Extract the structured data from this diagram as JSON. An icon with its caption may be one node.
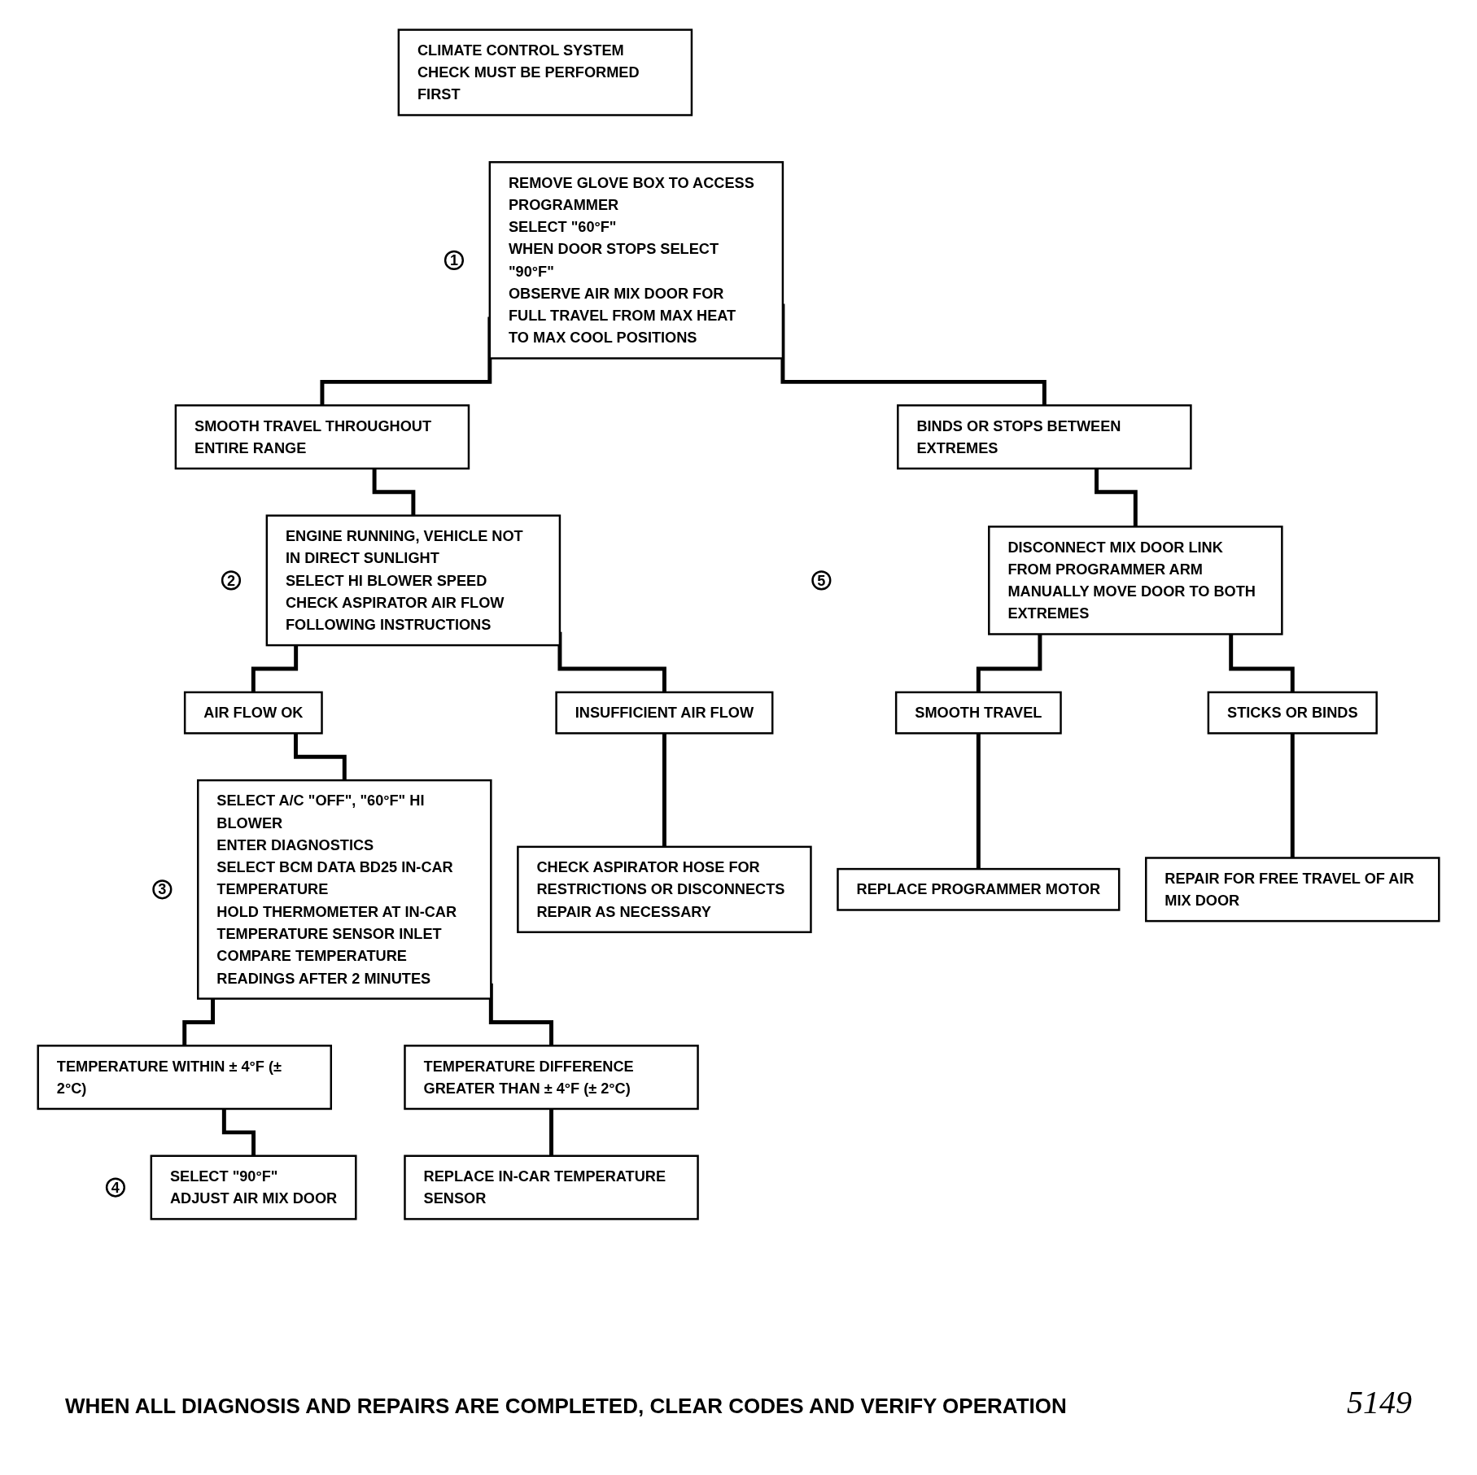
{
  "diagram": {
    "nodes": [
      {
        "text": [
          "CLIMATE CONTROL SYSTEM CHECK MUST BE PERFORMED FIRST"
        ]
      },
      {
        "text": [
          "1"
        ]
      },
      {
        "text": [
          "REMOVE GLOVE BOX TO ACCESS PROGRAMMER",
          "SELECT \"60°F\"",
          "WHEN DOOR STOPS SELECT \"90°F\"",
          "OBSERVE AIR MIX DOOR FOR FULL TRAVEL FROM MAX HEAT TO MAX COOL POSITIONS"
        ]
      },
      {
        "text": [
          "SMOOTH TRAVEL THROUGHOUT ENTIRE RANGE"
        ]
      },
      {
        "text": [
          "BINDS OR STOPS BETWEEN EXTREMES"
        ]
      },
      {
        "text": [
          "2"
        ]
      },
      {
        "text": [
          "ENGINE RUNNING, VEHICLE NOT IN DIRECT SUNLIGHT",
          "SELECT HI BLOWER SPEED",
          "CHECK ASPIRATOR AIR FLOW FOLLOWING INSTRUCTIONS"
        ]
      },
      {
        "text": [
          "5"
        ]
      },
      {
        "text": [
          "DISCONNECT MIX DOOR LINK FROM PROGRAMMER ARM",
          "MANUALLY MOVE DOOR TO BOTH EXTREMES"
        ]
      },
      {
        "text": [
          "SMOOTH TRAVEL"
        ]
      },
      {
        "text": [
          "STICKS OR BINDS"
        ]
      },
      {
        "text": [
          "REPLACE PROGRAMMER MOTOR"
        ]
      },
      {
        "text": [
          "REPAIR FOR FREE TRAVEL OF AIR MIX DOOR"
        ]
      },
      {
        "text": [
          "AIR FLOW OK"
        ]
      },
      {
        "text": [
          "INSUFFICIENT AIR FLOW"
        ]
      },
      {
        "text": [
          "3"
        ]
      },
      {
        "text": [
          "SELECT A/C \"OFF\", \"60°F\" HI BLOWER",
          "ENTER DIAGNOSTICS",
          "SELECT BCM DATA BD25 IN-CAR TEMPERATURE",
          "HOLD THERMOMETER AT IN-CAR TEMPERATURE SENSOR INLET",
          "COMPARE TEMPERATURE READINGS AFTER 2 MINUTES"
        ]
      },
      {
        "text": [
          "CHECK ASPIRATOR HOSE FOR RESTRICTIONS OR DISCONNECTS",
          "REPAIR AS NECESSARY"
        ]
      },
      {
        "text": [
          "TEMPERATURE WITHIN ± 4°F (± 2°C)"
        ]
      },
      {
        "text": [
          "TEMPERATURE DIFFERENCE GREATER THAN ± 4°F (± 2°C)"
        ]
      },
      {
        "text": [
          "4"
        ]
      },
      {
        "text": [
          "SELECT \"90°F\"",
          "ADJUST AIR MIX DOOR"
        ]
      },
      {
        "text": [
          "REPLACE IN-CAR TEMPERATURE SENSOR"
        ]
      }
    ],
    "edges": [
      {
        "from": 2,
        "to": 3,
        "arrow": "none"
      },
      {
        "from": 2,
        "to": 4,
        "arrow": "none"
      },
      {
        "from": 3,
        "to": 6,
        "arrow": "none"
      },
      {
        "from": 4,
        "to": 8,
        "arrow": "none"
      },
      {
        "from": 8,
        "to": 9,
        "arrow": "none"
      },
      {
        "from": 8,
        "to": 10,
        "arrow": "none"
      },
      {
        "from": 9,
        "to": 11,
        "arrow": "none"
      },
      {
        "from": 10,
        "to": 12,
        "arrow": "none"
      },
      {
        "from": 6,
        "to": 13,
        "arrow": "none"
      },
      {
        "from": 6,
        "to": 14,
        "arrow": "none"
      },
      {
        "from": 13,
        "to": 16,
        "arrow": "none"
      },
      {
        "from": 14,
        "to": 17,
        "arrow": "none"
      },
      {
        "from": 16,
        "to": 18,
        "arrow": "none"
      },
      {
        "from": 16,
        "to": 19,
        "arrow": "none"
      },
      {
        "from": 18,
        "to": 21,
        "arrow": "none"
      },
      {
        "from": 19,
        "to": 22,
        "arrow": "none"
      }
    ],
    "labels": [
      "WHEN ALL DIAGNOSIS AND REPAIRS ARE COMPLETED, CLEAR CODES AND VERIFY OPERATION",
      "5149"
    ]
  }
}
